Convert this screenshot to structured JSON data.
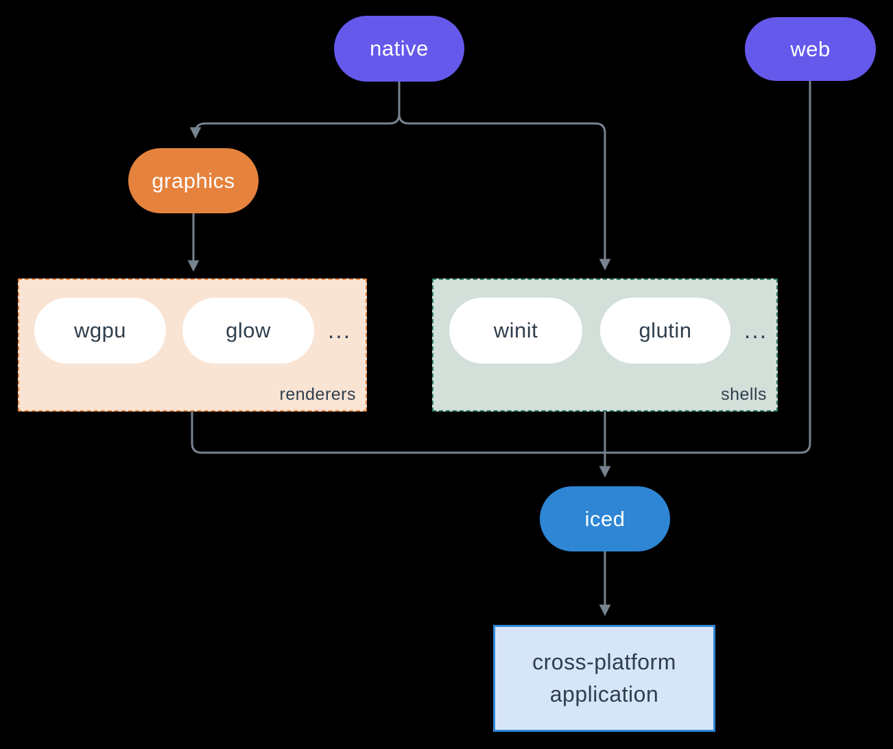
{
  "colors": {
    "background": "#000000",
    "line": "#77838f",
    "purple": "#6559ec",
    "orange": "#e5823d",
    "blue": "#2e86d5",
    "pill_bg": "#ffffff",
    "white": "#ffffff",
    "dark_text": "#2f3e4d",
    "renderers_bg": "#f9e4d4",
    "renderers_border": "#e5823d",
    "shells_bg": "#d3dfd9",
    "shells_border": "#307a6b",
    "app_bg": "#d6e6f8",
    "app_border": "#2e86d5"
  },
  "nodes": {
    "native": {
      "label": "native"
    },
    "web": {
      "label": "web"
    },
    "graphics": {
      "label": "graphics"
    },
    "iced": {
      "label": "iced"
    },
    "app": {
      "line1": "cross-platform",
      "line2": "application"
    }
  },
  "groups": {
    "renderers": {
      "label": "renderers",
      "ellipsis": "...",
      "items": [
        {
          "label": "wgpu"
        },
        {
          "label": "glow"
        }
      ]
    },
    "shells": {
      "label": "shells",
      "ellipsis": "...",
      "items": [
        {
          "label": "winit"
        },
        {
          "label": "glutin"
        }
      ]
    }
  },
  "edges": [
    {
      "from": "native",
      "to": "graphics"
    },
    {
      "from": "native",
      "to": "shells"
    },
    {
      "from": "graphics",
      "to": "renderers"
    },
    {
      "from": "renderers",
      "to": "iced"
    },
    {
      "from": "shells",
      "to": "iced"
    },
    {
      "from": "web",
      "to": "iced"
    },
    {
      "from": "iced",
      "to": "app"
    }
  ]
}
